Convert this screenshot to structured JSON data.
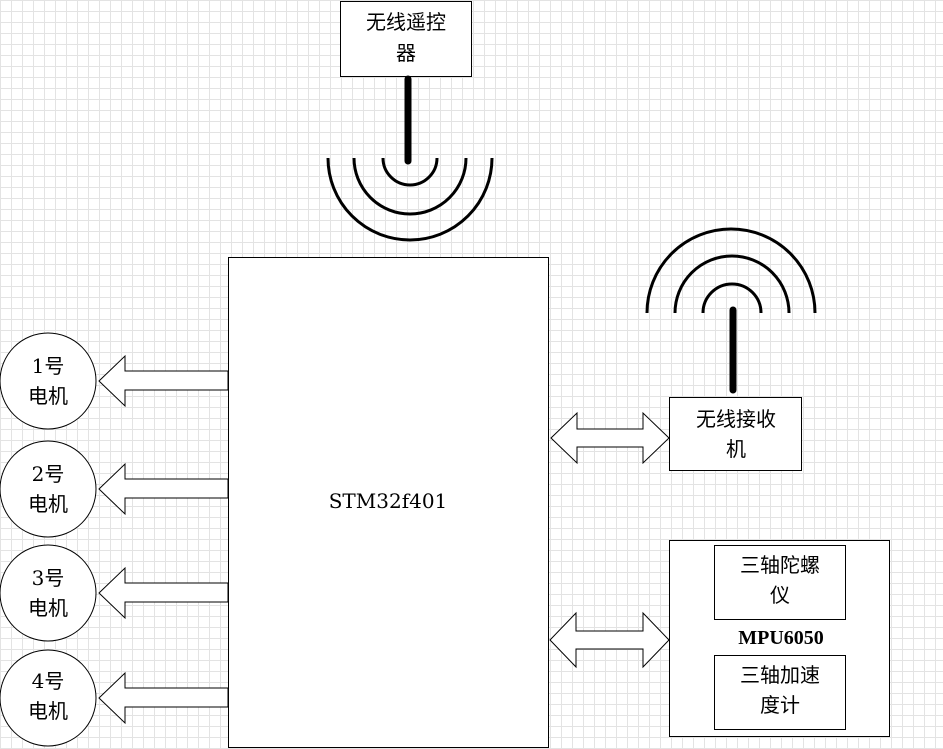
{
  "remote": {
    "line1": "无线遥控",
    "line2": "器"
  },
  "mcu": {
    "label": "STM32f401"
  },
  "receiver": {
    "line1": "无线接收",
    "line2": "机"
  },
  "imu": {
    "name": "MPU6050",
    "gyro": {
      "line1": "三轴陀螺",
      "line2": "仪"
    },
    "accel": {
      "line1": "三轴加速",
      "line2": "度计"
    }
  },
  "motors": [
    {
      "line1": "1号",
      "line2": "电机"
    },
    {
      "line1": "2号",
      "line2": "电机"
    },
    {
      "line1": "3号",
      "line2": "电机"
    },
    {
      "line1": "4号",
      "line2": "电机"
    }
  ]
}
